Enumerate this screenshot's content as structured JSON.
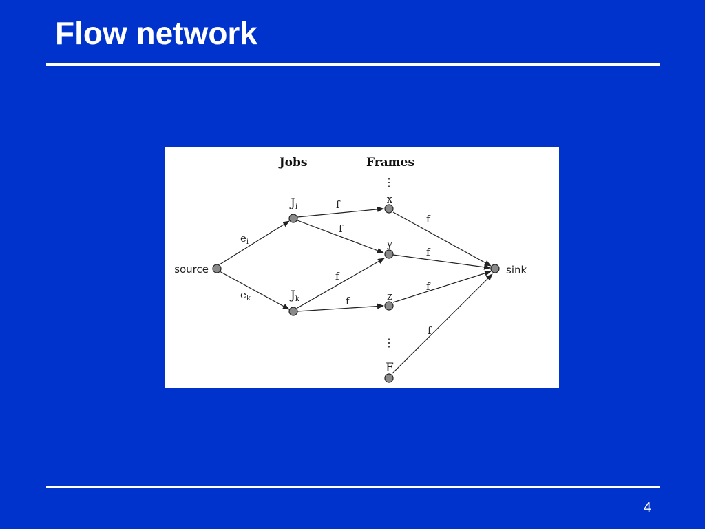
{
  "slide": {
    "title": "Flow network",
    "page_number": "4"
  },
  "diagram": {
    "headers": {
      "jobs": "Jobs",
      "frames": "Frames"
    },
    "nodes": {
      "source": "source",
      "sink": "sink",
      "job_i": {
        "base": "J",
        "sub": "i"
      },
      "job_k": {
        "base": "J",
        "sub": "k"
      },
      "frame_x": "x",
      "frame_y": "y",
      "frame_z": "z",
      "frame_F": "F"
    },
    "edge_labels": {
      "source_ji": {
        "base": "e",
        "sub": "i"
      },
      "source_jk": {
        "base": "e",
        "sub": "k"
      },
      "flow": "f"
    },
    "ellipsis": "⋮",
    "colors": {
      "node_fill": "#8a8a8a",
      "edge": "#222222",
      "background": "#ffffff"
    }
  }
}
